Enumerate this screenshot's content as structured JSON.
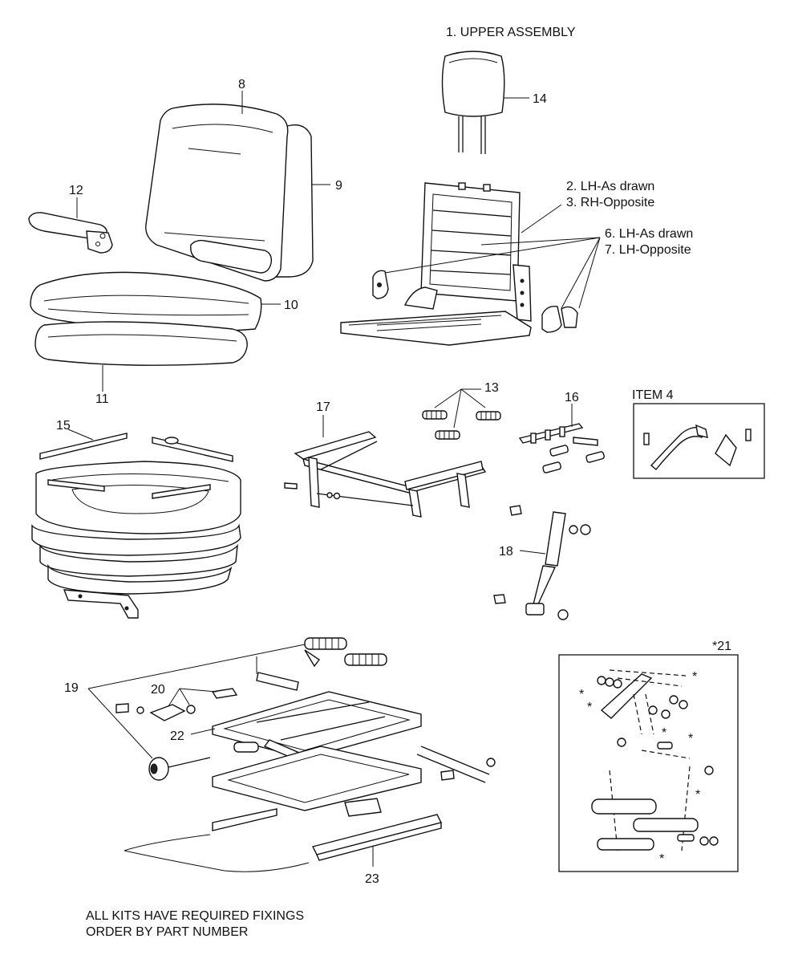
{
  "diagram": {
    "upper_assembly_title": "1. UPPER ASSEMBLY",
    "frame_labels": [
      "2. LH-As drawn",
      "3. RH-Opposite"
    ],
    "hinge_labels": [
      "6. LH-As drawn",
      "7. LH-Opposite"
    ],
    "item4_title": "ITEM 4",
    "item21_title": "*21",
    "asterisk": "*",
    "callouts": {
      "c8": "8",
      "c9": "9",
      "c10": "10",
      "c11": "11",
      "c12": "12",
      "c13": "13",
      "c14": "14",
      "c15": "15",
      "c16": "16",
      "c17": "17",
      "c18": "18",
      "c19": "19",
      "c20": "20",
      "c22": "22",
      "c23": "23"
    }
  },
  "footer": {
    "line1": "ALL KITS HAVE REQUIRED FIXINGS",
    "line2": "ORDER BY PART NUMBER"
  }
}
